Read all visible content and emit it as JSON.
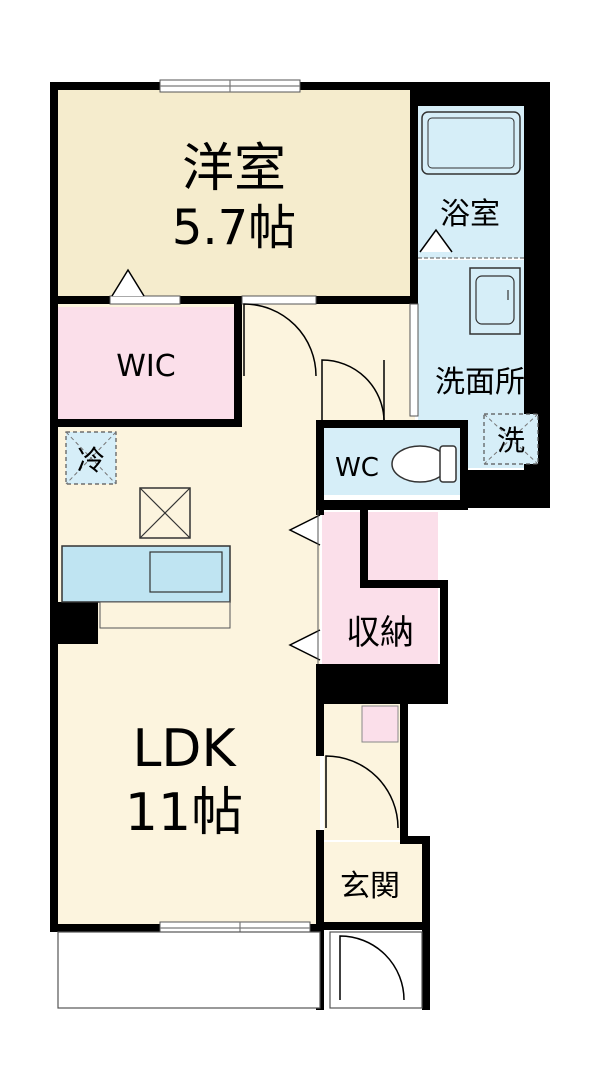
{
  "colors": {
    "wall": "#000000",
    "floor_cream": "#fcf4de",
    "bedroom": "#f5eccd",
    "closet_pink": "#fbdfea",
    "wet_blue": "#d6eef8",
    "kitchen_blue": "#bfe4f2"
  },
  "rooms": {
    "bedroom_name": "洋室",
    "bedroom_size": "5.7帖",
    "wic": "WIC",
    "bath": "浴室",
    "washroom": "洗面所",
    "washer": "洗",
    "wc": "WC",
    "fridge": "冷",
    "storage": "収納",
    "ldk_name": "LDK",
    "ldk_size": "11帖",
    "entrance": "玄関"
  }
}
